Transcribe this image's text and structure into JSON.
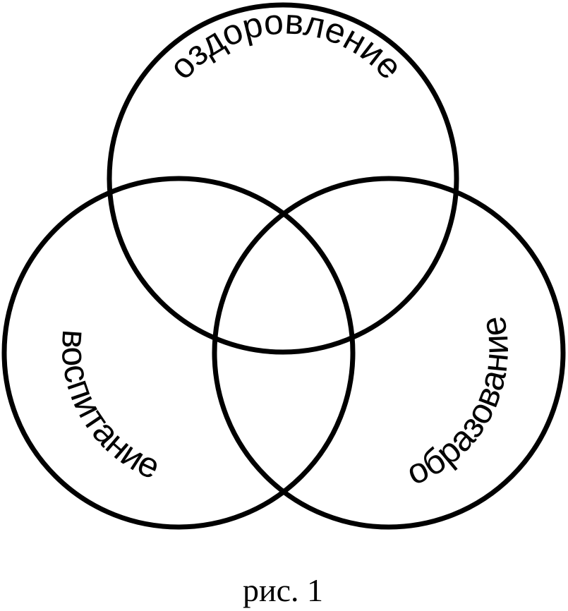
{
  "diagram": {
    "type": "venn",
    "sets": [
      {
        "id": "top",
        "label": "оздоровление"
      },
      {
        "id": "left",
        "label": "воспитание"
      },
      {
        "id": "right",
        "label": "образование"
      }
    ],
    "caption": "рис. 1",
    "colors": {
      "stroke": "#000000",
      "background": "#ffffff",
      "text": "#000000"
    }
  }
}
